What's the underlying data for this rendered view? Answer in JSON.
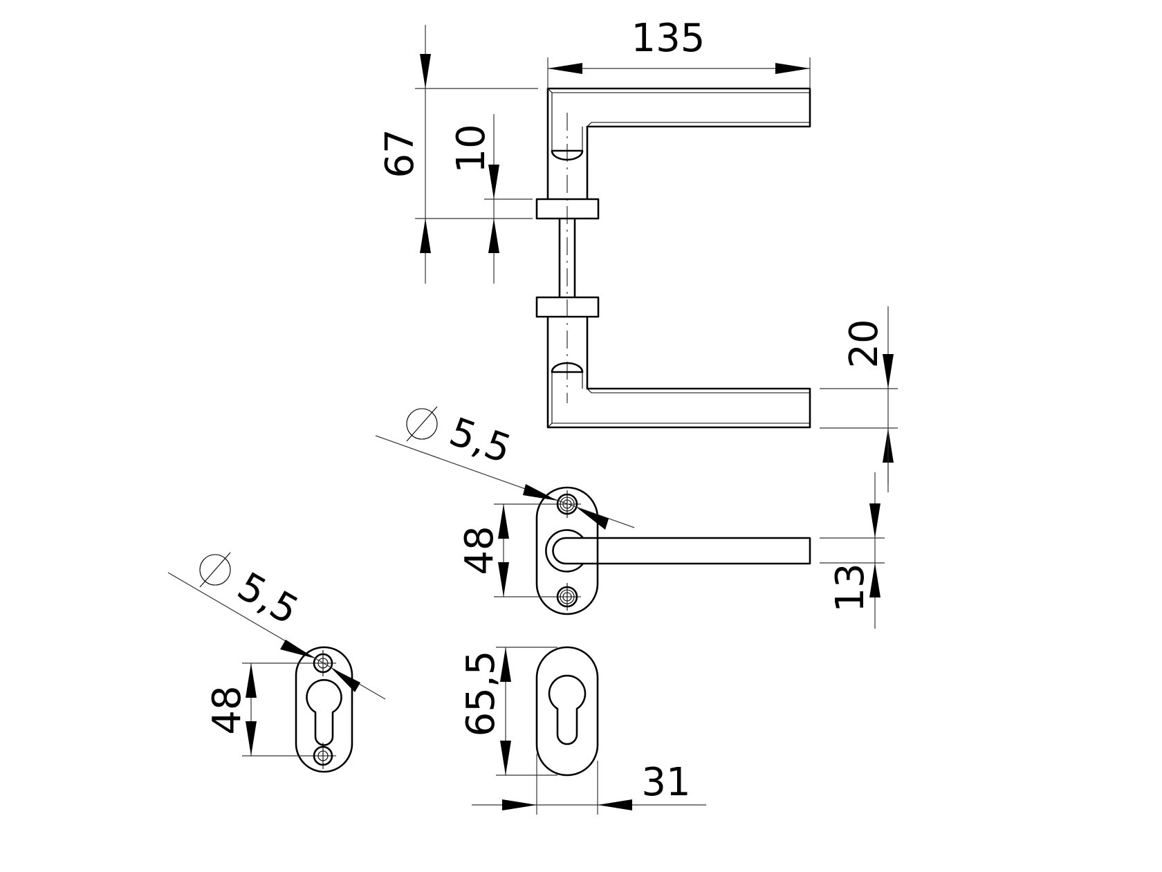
{
  "drawing": {
    "title": "Lever handle set on rose with escutcheons — dimensioned technical drawing",
    "units": "mm",
    "colors": {
      "line": "#000000",
      "dimension_line": "#333333",
      "background": "#ffffff"
    }
  },
  "views": {
    "side_view": {
      "label": "Lever handle pair with spindle, side view",
      "dimensions": {
        "lever_length": "135",
        "height_to_rose": "67",
        "rose_thickness": "10",
        "lever_height": "20"
      }
    },
    "front_view_handle": {
      "label": "Handle on oval rose, front view",
      "dimensions": {
        "screw_hole_diameter_symbol": "Ø",
        "screw_hole_diameter": "5,5",
        "hole_spacing": "48",
        "lever_thickness": "13"
      }
    },
    "escutcheon_with_screws": {
      "label": "Profile cylinder escutcheon with screw holes",
      "dimensions": {
        "screw_hole_diameter_symbol": "Ø",
        "screw_hole_diameter": "5,5",
        "hole_spacing": "48"
      }
    },
    "escutcheon_plain": {
      "label": "Profile cylinder escutcheon, plain",
      "dimensions": {
        "height": "65,5",
        "width": "31"
      }
    }
  }
}
